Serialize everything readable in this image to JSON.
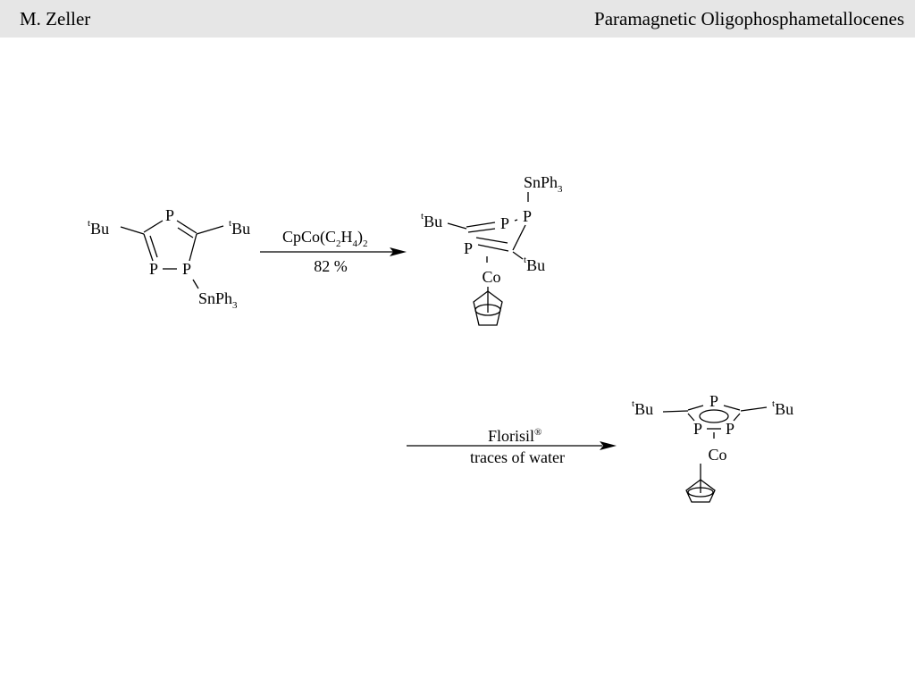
{
  "header": {
    "author": "M. Zeller",
    "title": "Paramagnetic Oligophosphametallocenes"
  },
  "scheme": {
    "reaction1": {
      "reagent_parts": [
        "CpCo(C",
        "2",
        "H",
        "4",
        ")",
        "2"
      ],
      "yield": "82 %"
    },
    "reaction2": {
      "reagent": "Florisil",
      "reagent_mark": "®",
      "condition": "traces of water"
    },
    "molecule1": {
      "p_top": "P",
      "p_left": "P",
      "p_right": "P",
      "tbu_left": [
        "t",
        "Bu"
      ],
      "tbu_right": [
        "t",
        "Bu"
      ],
      "sn_group": [
        "SnPh",
        "3"
      ]
    },
    "molecule2": {
      "sn_group": [
        "SnPh",
        "3"
      ],
      "p_upper": "P",
      "p_right": "P",
      "p_lower": "P",
      "tbu_left": [
        "t",
        "Bu"
      ],
      "tbu_right": [
        "t",
        "Bu"
      ],
      "metal": "Co"
    },
    "molecule3": {
      "p_top": "P",
      "p_left": "P",
      "p_right": "P",
      "tbu_left": [
        "t",
        "Bu"
      ],
      "tbu_right": [
        "t",
        "Bu"
      ],
      "metal": "Co"
    }
  }
}
